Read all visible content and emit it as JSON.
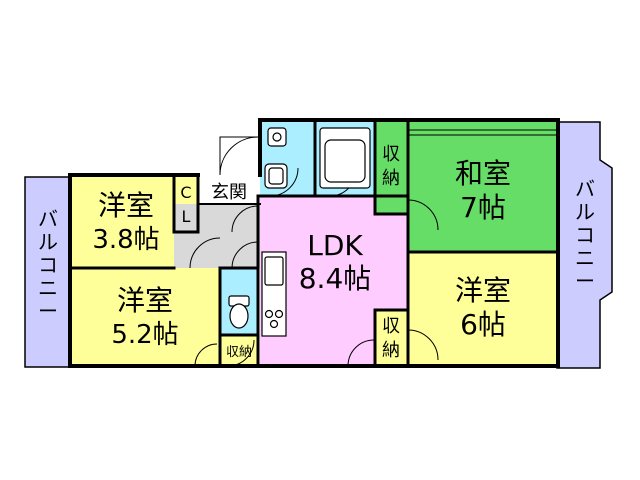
{
  "rooms": {
    "western_38": {
      "name": "洋室",
      "size": "3.8帖"
    },
    "western_52": {
      "name": "洋室",
      "size": "5.2帖"
    },
    "ldk": {
      "name": "LDK",
      "size": "8.4帖"
    },
    "japanese_7": {
      "name": "和室",
      "size": "7帖"
    },
    "western_6": {
      "name": "洋室",
      "size": "6帖"
    }
  },
  "labels": {
    "entrance": "玄関",
    "closet_c": "C",
    "closet_l": "L",
    "storage_top": [
      "収",
      "納"
    ],
    "storage_mid": [
      "収",
      "納"
    ],
    "storage_small": "収納",
    "balcony_left": [
      "バ",
      "ル",
      "コ",
      "ニ",
      "ー"
    ],
    "balcony_right": [
      "バ",
      "ル",
      "コ",
      "ニ",
      "ー"
    ]
  },
  "colors": {
    "western": "#ffff99",
    "ldk": "#ffccff",
    "japanese": "#66dd66",
    "storage_green": "#66dd66",
    "wet_area": "#aaeeff",
    "entrance_floor": "#d9d9d9",
    "balcony": "#ccccff",
    "wall": "#000000"
  }
}
